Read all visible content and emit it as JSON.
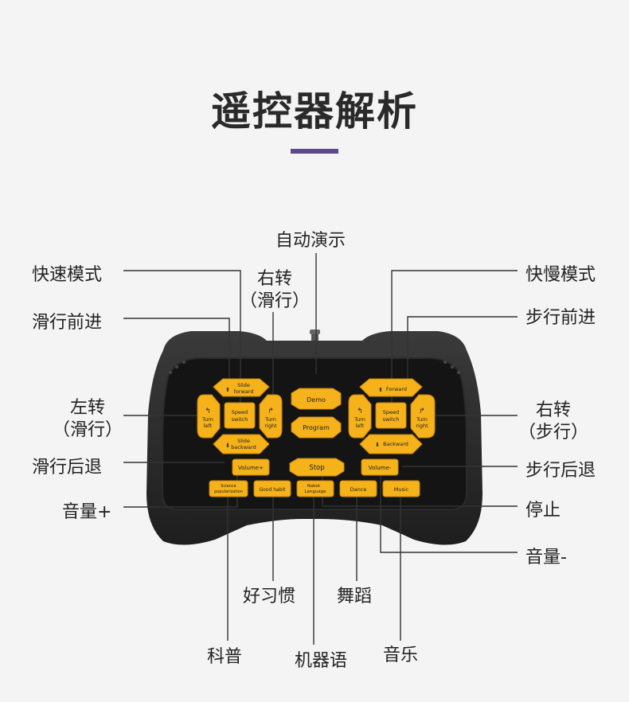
{
  "title": "遥控器解析",
  "labels": {
    "auto_demo": "自动演示",
    "speed_mode": "快速模式",
    "slow_mode": "快慢模式",
    "turn_right_slide_1": "右转",
    "turn_right_slide_2": "（滑行）",
    "slide_forward": "滑行前进",
    "step_forward": "步行前进",
    "turn_left_slide_1": "左转",
    "turn_left_slide_2": "（滑行）",
    "turn_right_step_1": "右转",
    "turn_right_step_2": "（步行）",
    "slide_backward": "滑行后退",
    "step_backward": "步行后退",
    "volume_up": "音量+",
    "stop": "停止",
    "volume_down": "音量-",
    "good_habit": "好习惯",
    "dance": "舞蹈",
    "science": "科普",
    "robot_language": "机器语",
    "music": "音乐"
  },
  "buttons": {
    "slide_forward": [
      "Slide",
      "forward"
    ],
    "speed_switch": [
      "Speed",
      "switch"
    ],
    "turn_left": [
      "Turn",
      "left"
    ],
    "turn_right": [
      "Turn",
      "right"
    ],
    "slide_backward": [
      "Slide",
      "backward"
    ],
    "demo": "Demo",
    "program": "Program",
    "forward": "Forward",
    "backward": "Backward",
    "volume_plus": "Volume+",
    "stop": "Stop",
    "volume_minus": "Volume-",
    "science": [
      "Science",
      "popularization"
    ],
    "good_habit": "Good habit",
    "robot_language": [
      "Robot",
      "Language"
    ],
    "dance": "Dance",
    "music": "Music"
  },
  "colors": {
    "button": "#f5b21b",
    "button_edge": "#c8860a",
    "body": "#2b2b2b",
    "panel": "#151515",
    "leader": "#333333",
    "accent": "#5a4a8a"
  }
}
